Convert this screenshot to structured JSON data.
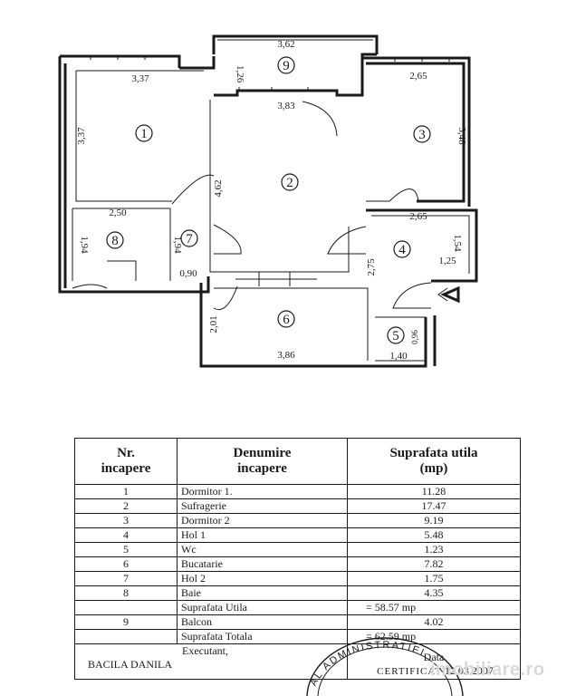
{
  "plan": {
    "rooms": [
      {
        "num": "1"
      },
      {
        "num": "2"
      },
      {
        "num": "3"
      },
      {
        "num": "4"
      },
      {
        "num": "5"
      },
      {
        "num": "6"
      },
      {
        "num": "7"
      },
      {
        "num": "8"
      },
      {
        "num": "9"
      }
    ],
    "dimensions": {
      "balcony_width": "3,62",
      "balcony_depth": "1,26",
      "room1_width": "3,37",
      "room1_height": "3,37",
      "room2_width": "3,83",
      "room2_height": "4,62",
      "room3_width": "2,65",
      "room3_height": "3,48",
      "room8_width": "2,50",
      "room8_height": "1,94",
      "room7_height": "1,94",
      "room7_width": "0,90",
      "room4_width": "2,65",
      "room4_side": "1,54",
      "room4_small": "1,25",
      "room4_height": "2,75",
      "room6_height": "2,01",
      "room6_width": "3,86",
      "room5_width": "1,40",
      "room5_height": "0,96"
    }
  },
  "table": {
    "headers": {
      "nr": "Nr.\nincapere",
      "name": "Denumire\nincapere",
      "area": "Suprafata utila\n(mp)"
    },
    "rows": [
      {
        "nr": "1",
        "name": "Dormitor 1.",
        "area": "11.28"
      },
      {
        "nr": "2",
        "name": "Sufragerie",
        "area": "17.47"
      },
      {
        "nr": "3",
        "name": "Dormitor 2",
        "area": "9.19"
      },
      {
        "nr": "4",
        "name": "Hol 1",
        "area": "5.48"
      },
      {
        "nr": "5",
        "name": "Wc",
        "area": "1.23"
      },
      {
        "nr": "6",
        "name": "Bucatarie",
        "area": "7.82"
      },
      {
        "nr": "7",
        "name": "Hol 2",
        "area": "1.75"
      },
      {
        "nr": "8",
        "name": "Baie",
        "area": "4.35"
      }
    ],
    "useful_label": "Suprafata Utila",
    "useful_value": "= 58.57 mp",
    "balcony": {
      "nr": "9",
      "name": "Balcon",
      "area": "4.02"
    },
    "total_label": "Suprafata Totala",
    "total_value": "= 62.59 mp",
    "executant_label": "Executant,",
    "executant_name": "BACILA DANILA",
    "certificat": "CERTIFICAT",
    "date_label": "Data",
    "date_value": "12.03.2007."
  },
  "stamp_text": "AL ADMINISTRATIEI",
  "watermark": "imobiliare.ro"
}
